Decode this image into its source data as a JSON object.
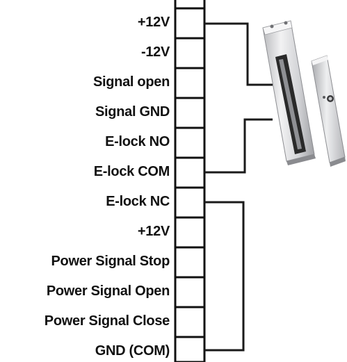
{
  "terminal_block": {
    "terminals": [
      {
        "label": "+12V"
      },
      {
        "label": "-12V"
      },
      {
        "label": "Signal open"
      },
      {
        "label": "Signal GND"
      },
      {
        "label": "E-lock NO"
      },
      {
        "label": "E-lock COM"
      },
      {
        "label": "E-lock NC"
      },
      {
        "label": "+12V"
      },
      {
        "label": "Power Signal Stop"
      },
      {
        "label": "Power Signal Open"
      },
      {
        "label": "Power Signal Close"
      },
      {
        "label": "GND (COM)"
      }
    ]
  },
  "colors": {
    "wire": "#1a1a1a",
    "terminal_stroke": "#111111",
    "lock_body": "#d9dadc",
    "lock_dark": "#2a2a2a",
    "armature": "#dcdde0"
  },
  "icons": [
    "magnetic-lock-icon",
    "armature-plate-icon"
  ]
}
